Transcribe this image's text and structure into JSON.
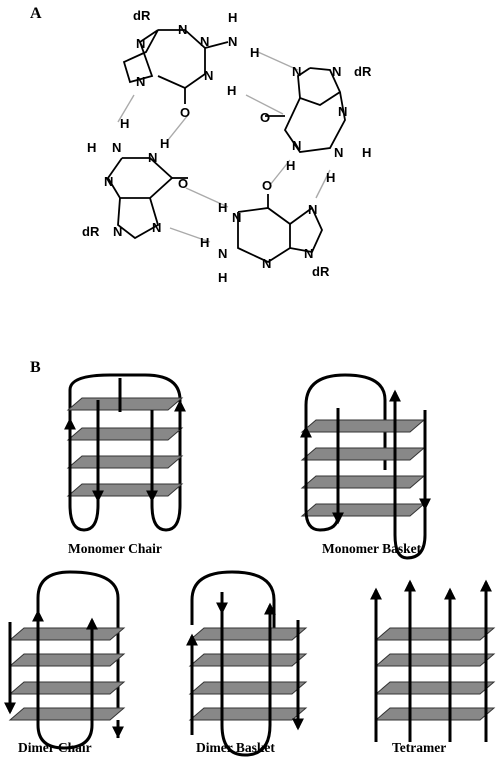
{
  "panel_a": {
    "label": "A",
    "atom_labels": {
      "dR": "dR",
      "N": "N",
      "H": "H",
      "O": "O"
    }
  },
  "panel_b": {
    "label": "B",
    "structures": [
      {
        "caption": "Monomer Chair"
      },
      {
        "caption": "Monomer Basket"
      },
      {
        "caption": "Dimer Chair"
      },
      {
        "caption": "Dimer Basket"
      },
      {
        "caption": "Tetramer"
      }
    ]
  },
  "colors": {
    "plate": "#888888",
    "hydrogen_bond": "#aaaaaa",
    "strand": "#000000"
  }
}
